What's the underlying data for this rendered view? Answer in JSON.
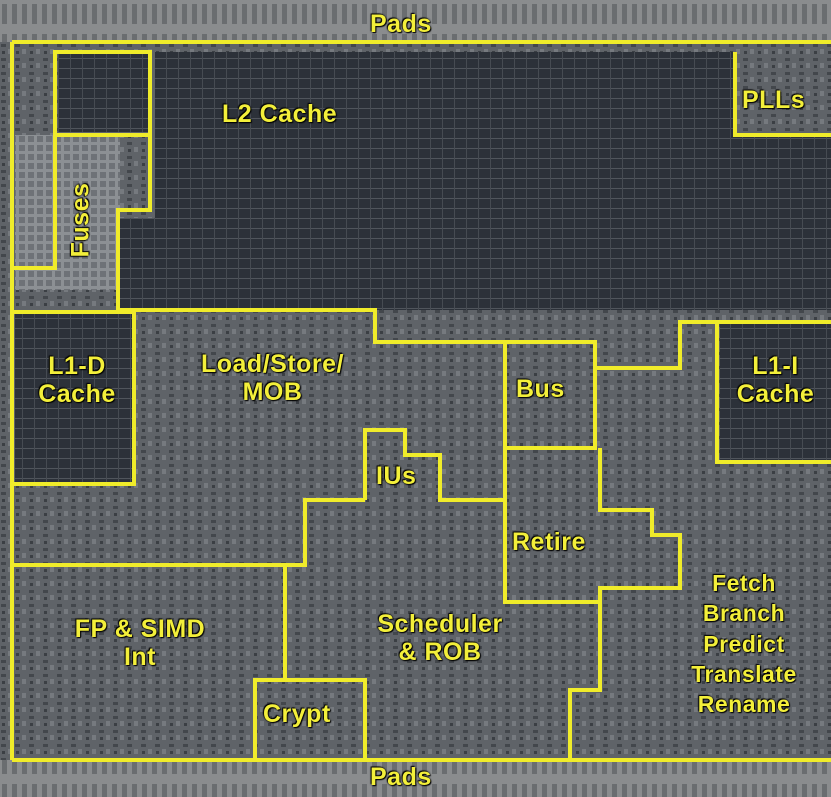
{
  "colors": {
    "outline": "#f0ec2a",
    "label": "#f3ef3a",
    "die_background": "#5d6166",
    "cache_array": "#2b3038",
    "pad_ring": "#8a8c8e"
  },
  "labels": {
    "pads_top": "Pads",
    "pads_bottom": "Pads",
    "l2_cache": "L2 Cache",
    "plls": "PLLs",
    "fuses": "Fuses",
    "l1d_line1": "L1-D",
    "l1d_line2": "Cache",
    "load_store_line1": "Load/Store/",
    "load_store_line2": "MOB",
    "bus": "Bus",
    "l1i_line1": "L1-I",
    "l1i_line2": "Cache",
    "ius": "IUs",
    "retire": "Retire",
    "fp_line1": "FP & SIMD",
    "fp_line2": "Int",
    "scheduler_line1": "Scheduler",
    "scheduler_line2": "& ROB",
    "fetch_line1": "Fetch",
    "fetch_line2": "Branch",
    "fetch_line3": "Predict",
    "fetch_line4": "Translate",
    "fetch_line5": "Rename",
    "crypt": "Crypt"
  }
}
